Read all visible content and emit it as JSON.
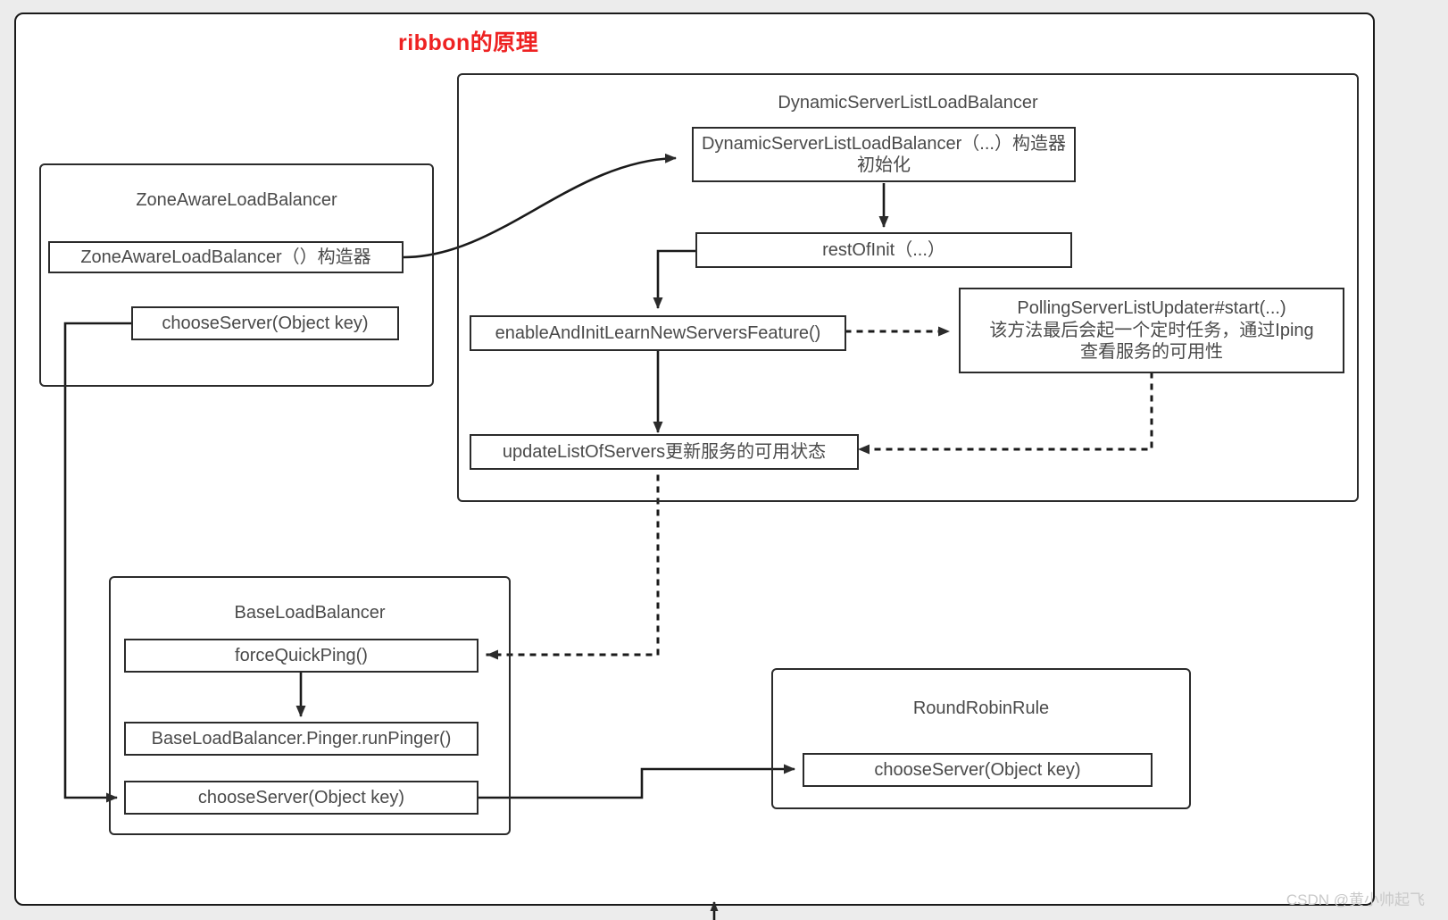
{
  "title": "ribbon的原理",
  "title_color": "#ee2222",
  "watermark": "CSDN @黄小帅起飞",
  "groups": {
    "zone_aware": {
      "name": "ZoneAwareLoadBalancer",
      "methods": {
        "constructor": "ZoneAwareLoadBalancer（）构造器",
        "choose_server": "chooseServer(Object key)"
      }
    },
    "dynamic_server_list": {
      "name": "DynamicServerListLoadBalancer",
      "methods": {
        "constructor": "DynamicServerListLoadBalancer（...）构造器初始化",
        "rest_of_init": "restOfInit（...）",
        "enable_and_init": "enableAndInitLearnNewServersFeature()",
        "update_list_of_servers": "updateListOfServers更新服务的可用状态"
      }
    },
    "polling_updater": {
      "note": "PollingServerListUpdater#start(...)\n该方法最后会起一个定时任务，通过Iping\n查看服务的可用性"
    },
    "base_load_balancer": {
      "name": "BaseLoadBalancer",
      "methods": {
        "force_quick_ping": "forceQuickPing()",
        "run_pinger": "BaseLoadBalancer.Pinger.runPinger()",
        "choose_server": "chooseServer(Object key)"
      }
    },
    "round_robin_rule": {
      "name": "RoundRobinRule",
      "methods": {
        "choose_server": "chooseServer(Object key)"
      }
    }
  },
  "chart_data": {
    "type": "diagram",
    "title": "ribbon的原理",
    "nodes": [
      {
        "id": "zone_aware_group",
        "label": "ZoneAwareLoadBalancer",
        "kind": "container"
      },
      {
        "id": "zone_aware_ctor",
        "label": "ZoneAwareLoadBalancer（）构造器",
        "kind": "method"
      },
      {
        "id": "zone_aware_choose",
        "label": "chooseServer(Object key)",
        "kind": "method"
      },
      {
        "id": "dslb_group",
        "label": "DynamicServerListLoadBalancer",
        "kind": "container"
      },
      {
        "id": "dslb_ctor",
        "label": "DynamicServerListLoadBalancer（...）构造器初始化",
        "kind": "method"
      },
      {
        "id": "rest_of_init",
        "label": "restOfInit（...）",
        "kind": "method"
      },
      {
        "id": "enable_init",
        "label": "enableAndInitLearnNewServersFeature()",
        "kind": "method"
      },
      {
        "id": "update_list",
        "label": "updateListOfServers更新服务的可用状态",
        "kind": "method"
      },
      {
        "id": "polling_updater",
        "label": "PollingServerListUpdater#start(...) 该方法最后会起一个定时任务，通过Iping 查看服务的可用性",
        "kind": "note"
      },
      {
        "id": "blb_group",
        "label": "BaseLoadBalancer",
        "kind": "container"
      },
      {
        "id": "force_quick_ping",
        "label": "forceQuickPing()",
        "kind": "method"
      },
      {
        "id": "run_pinger",
        "label": "BaseLoadBalancer.Pinger.runPinger()",
        "kind": "method"
      },
      {
        "id": "blb_choose",
        "label": "chooseServer(Object key)",
        "kind": "method"
      },
      {
        "id": "rr_group",
        "label": "RoundRobinRule",
        "kind": "container"
      },
      {
        "id": "rr_choose",
        "label": "chooseServer(Object key)",
        "kind": "method"
      }
    ],
    "edges": [
      {
        "from": "zone_aware_ctor",
        "to": "dslb_ctor",
        "style": "solid-curve"
      },
      {
        "from": "dslb_ctor",
        "to": "rest_of_init",
        "style": "solid"
      },
      {
        "from": "rest_of_init",
        "to": "enable_init",
        "style": "solid"
      },
      {
        "from": "enable_init",
        "to": "update_list",
        "style": "solid"
      },
      {
        "from": "enable_init",
        "to": "polling_updater",
        "style": "dotted"
      },
      {
        "from": "polling_updater",
        "to": "update_list",
        "style": "dotted"
      },
      {
        "from": "update_list",
        "to": "force_quick_ping",
        "style": "dotted"
      },
      {
        "from": "force_quick_ping",
        "to": "run_pinger",
        "style": "solid"
      },
      {
        "from": "zone_aware_choose",
        "to": "blb_choose",
        "style": "solid"
      },
      {
        "from": "blb_choose",
        "to": "rr_choose",
        "style": "solid"
      }
    ]
  }
}
